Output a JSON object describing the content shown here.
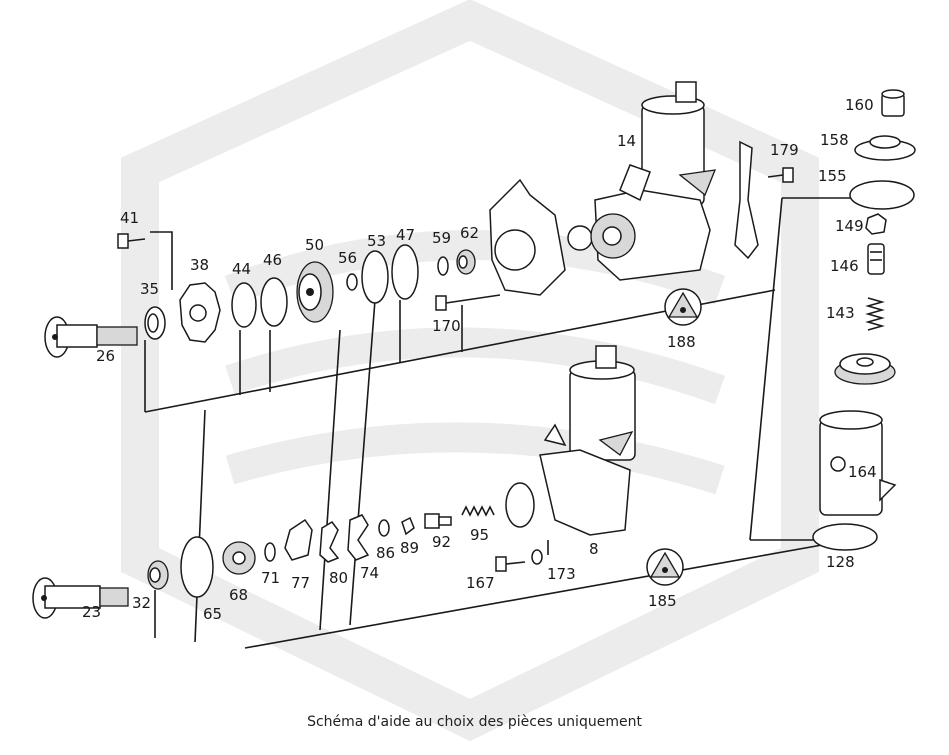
{
  "caption": "Schéma d'aide au choix des pièces uniquement",
  "colors": {
    "watermark": "#ececec",
    "ink": "#1a1a1a"
  },
  "parts": {
    "p14": "14",
    "p179": "179",
    "p160": "160",
    "p158": "158",
    "p155": "155",
    "p41": "41",
    "p38": "38",
    "p44": "44",
    "p46": "46",
    "p50": "50",
    "p56": "56",
    "p53": "53",
    "p47": "47",
    "p59": "59",
    "p62": "62",
    "p149": "149",
    "p146": "146",
    "p35": "35",
    "p143": "143",
    "p170": "170",
    "p188": "188",
    "p26": "26",
    "p164": "164",
    "p95": "95",
    "p92": "92",
    "p89": "89",
    "p86": "86",
    "p74": "74",
    "p80": "80",
    "p77": "77",
    "p71": "71",
    "p68": "68",
    "p65": "65",
    "p8": "8",
    "p173": "173",
    "p167": "167",
    "p128": "128",
    "p185": "185",
    "p32": "32",
    "p23": "23"
  }
}
